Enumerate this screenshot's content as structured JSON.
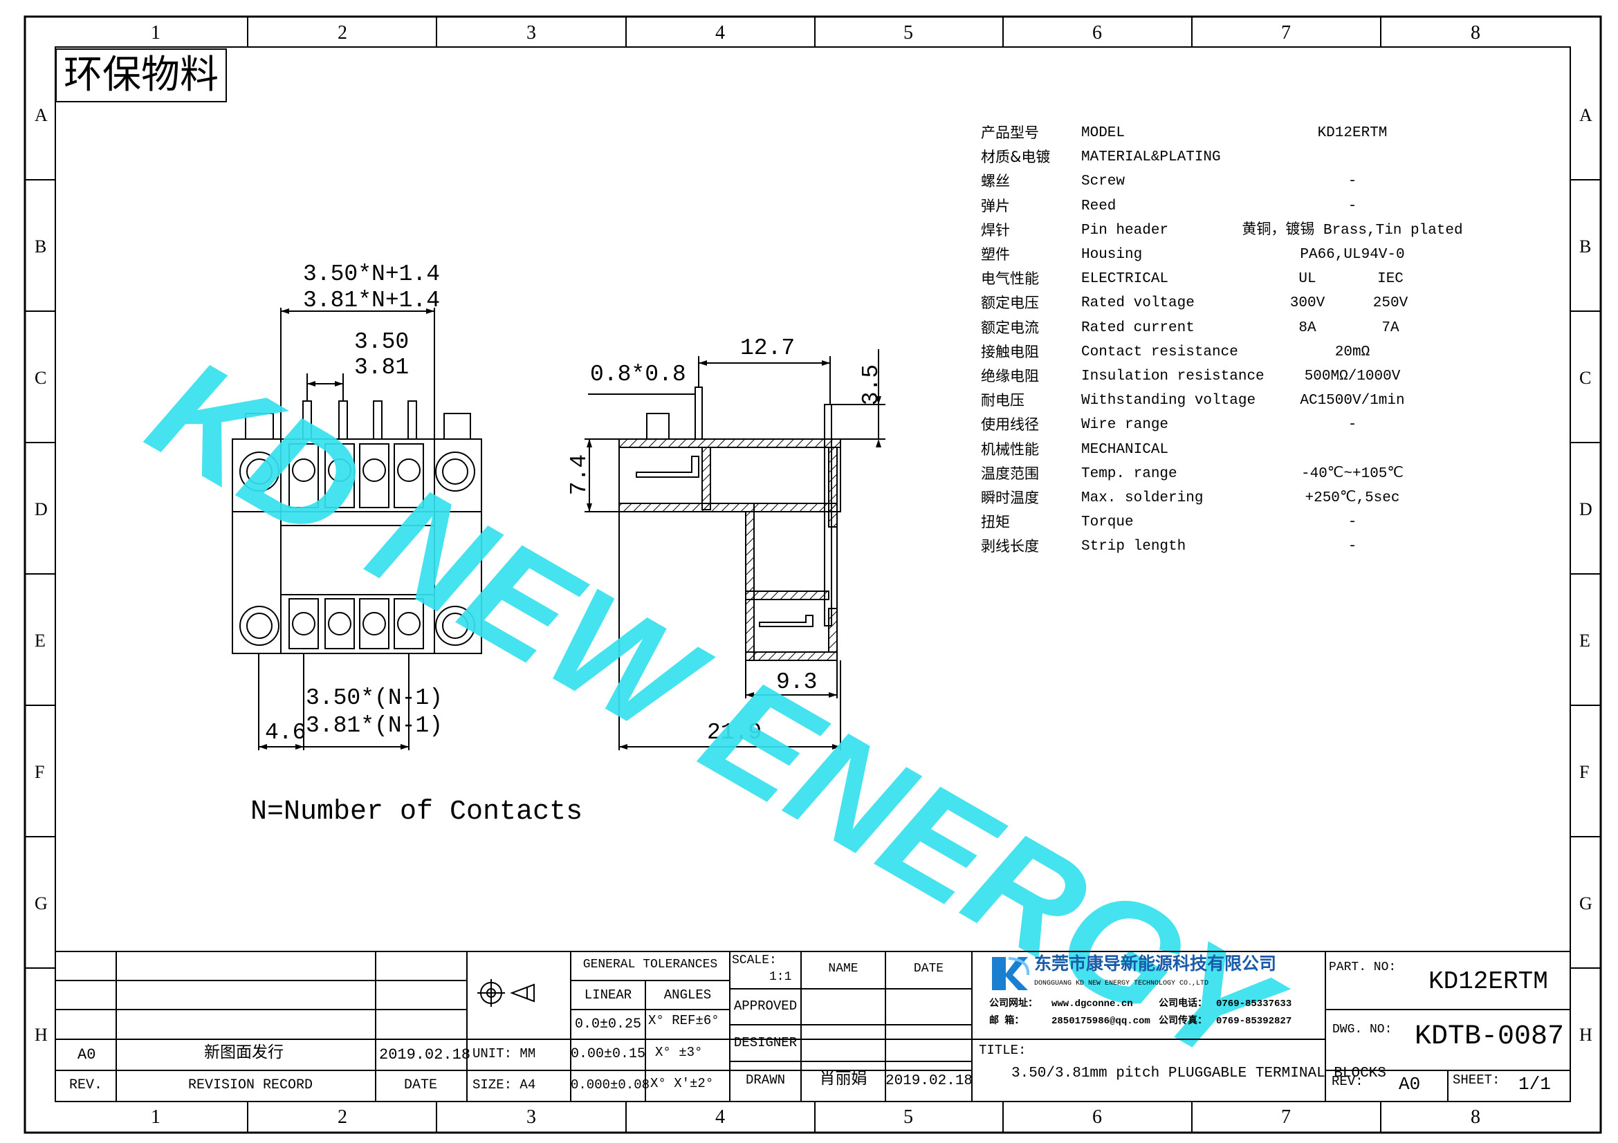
{
  "frame": {
    "columns": [
      "1",
      "2",
      "3",
      "4",
      "5",
      "6",
      "7",
      "8"
    ],
    "rows": [
      "A",
      "B",
      "C",
      "D",
      "E",
      "F",
      "G",
      "H"
    ]
  },
  "stamp": "环保物料",
  "watermark": "KD NEW ENERGY",
  "dimensions": {
    "top_width_a": "3.50*N+1.4",
    "top_width_b": "3.81*N+1.4",
    "pitch_a": "3.50",
    "pitch_b": "3.81",
    "bottom_span_a": "3.50*(N-1)",
    "bottom_span_b": "3.81*(N-1)",
    "offset": "4.6",
    "pin_size": "0.8*0.8",
    "side_top": "12.7",
    "side_height": "3.5",
    "side_body": "7.4",
    "side_mid": "9.3",
    "side_total": "21.9"
  },
  "note": "N=Number of Contacts",
  "specs": [
    {
      "cn": "产品型号",
      "en": "MODEL",
      "v1": "KD12ERTM",
      "v2": ""
    },
    {
      "cn": "材质&电镀",
      "en": "MATERIAL&PLATING",
      "v1": "",
      "v2": ""
    },
    {
      "cn": "螺丝",
      "en": "Screw",
      "v1": "-",
      "v2": ""
    },
    {
      "cn": "弹片",
      "en": "Reed",
      "v1": "-",
      "v2": ""
    },
    {
      "cn": "焊针",
      "en": "Pin header",
      "v1": "黄铜，镀锡 Brass,Tin plated",
      "v2": ""
    },
    {
      "cn": "塑件",
      "en": "Housing",
      "v1": "PA66,UL94V-0",
      "v2": ""
    },
    {
      "cn": "电气性能",
      "en": "ELECTRICAL",
      "v1": "UL",
      "v2": "IEC"
    },
    {
      "cn": "额定电压",
      "en": "Rated voltage",
      "v1": "300V",
      "v2": "250V"
    },
    {
      "cn": "额定电流",
      "en": "Rated current",
      "v1": "8A",
      "v2": "7A"
    },
    {
      "cn": "接触电阻",
      "en": "Contact resistance",
      "v1": "20mΩ",
      "v2": ""
    },
    {
      "cn": "绝缘电阻",
      "en": "Insulation resistance",
      "v1": "500MΩ/1000V",
      "v2": ""
    },
    {
      "cn": "耐电压",
      "en": "Withstanding voltage",
      "v1": "AC1500V/1min",
      "v2": ""
    },
    {
      "cn": "使用线径",
      "en": "Wire range",
      "v1": "-",
      "v2": ""
    },
    {
      "cn": "机械性能",
      "en": "MECHANICAL",
      "v1": "",
      "v2": ""
    },
    {
      "cn": "温度范围",
      "en": "Temp. range",
      "v1": "-40℃~+105℃",
      "v2": ""
    },
    {
      "cn": "瞬时温度",
      "en": "Max. soldering",
      "v1": "+250℃,5sec",
      "v2": ""
    },
    {
      "cn": "扭矩",
      "en": "Torque",
      "v1": "-",
      "v2": ""
    },
    {
      "cn": "剥线长度",
      "en": "Strip length",
      "v1": "-",
      "v2": ""
    }
  ],
  "title_block": {
    "rev_value": "A0",
    "revision_record_value": "新图面发行",
    "rev_date_value": "2019.02.18",
    "rev_label": "REV.",
    "revision_record_label": "REVISION RECORD",
    "date_label": "DATE",
    "unit": "UNIT: MM",
    "size": "SIZE: A4",
    "general_tolerances": "GENERAL TOLERANCES",
    "linear": "LINEAR",
    "angles": "ANGLES",
    "lin1": "0.0±0.25",
    "lin2": "0.00±0.15",
    "lin3": "0.000±0.08",
    "ang1": "X° REF±6°",
    "ang2": "X° ±3°",
    "ang3": "X° X'±2°",
    "scale_label": "SCALE:",
    "scale_value": "1:1",
    "name_label": "NAME",
    "date_label2": "DATE",
    "approved": "APPROVED",
    "designer": "DESIGNER",
    "drawn": "DRAWN",
    "drawn_name": "肖丽娟",
    "drawn_date": "2019.02.18",
    "company_cn": "东莞市康导新能源科技有限公司",
    "company_en": "DONGGUANG KD NEW ENERGY TECHNOLOGY CO.,LTD",
    "website_label": "公司网址：",
    "website": "www.dgconne.cn",
    "tel_label": "公司电话：",
    "tel": "0769-85337633",
    "mail_label": "邮    箱：",
    "mail": "2850175986@qq.com",
    "fax_label": "公司传真：",
    "fax": "0769-85392827",
    "title_label": "TITLE:",
    "title_value": "3.50/3.81mm pitch PLUGGABLE TERMINAL BLOCKS",
    "part_no_label": "PART. NO:",
    "part_no": "KD12ERTM",
    "dwg_no_label": "DWG. NO:",
    "dwg_no": "KDTB-0087",
    "rev2_label": "REV:",
    "rev2_value": "A0",
    "sheet_label": "SHEET:",
    "sheet_value": "1/1"
  },
  "colors": {
    "watermark": "#36e0ef",
    "logo": "#1a7fd0",
    "ink": "#000000"
  }
}
